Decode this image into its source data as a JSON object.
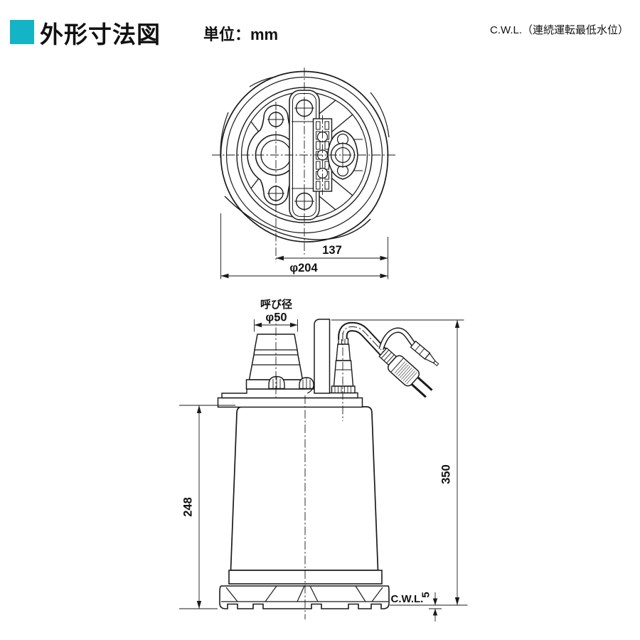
{
  "header": {
    "accent_color": "#12b4c6",
    "title": "外形寸法図",
    "unit_label": "単位：mm",
    "cwl_note": "C.W.L.（連続運転最低水位）"
  },
  "top_view": {
    "dim_center_to_edge": "137",
    "dim_outer_diameter": "φ204"
  },
  "front_view": {
    "port_caption": "呼び径",
    "port_diameter": "φ50",
    "dim_body_height": "248",
    "dim_overall_height": "350",
    "cwl_label": "C.W.L.",
    "dim_cwl_height": "5"
  }
}
